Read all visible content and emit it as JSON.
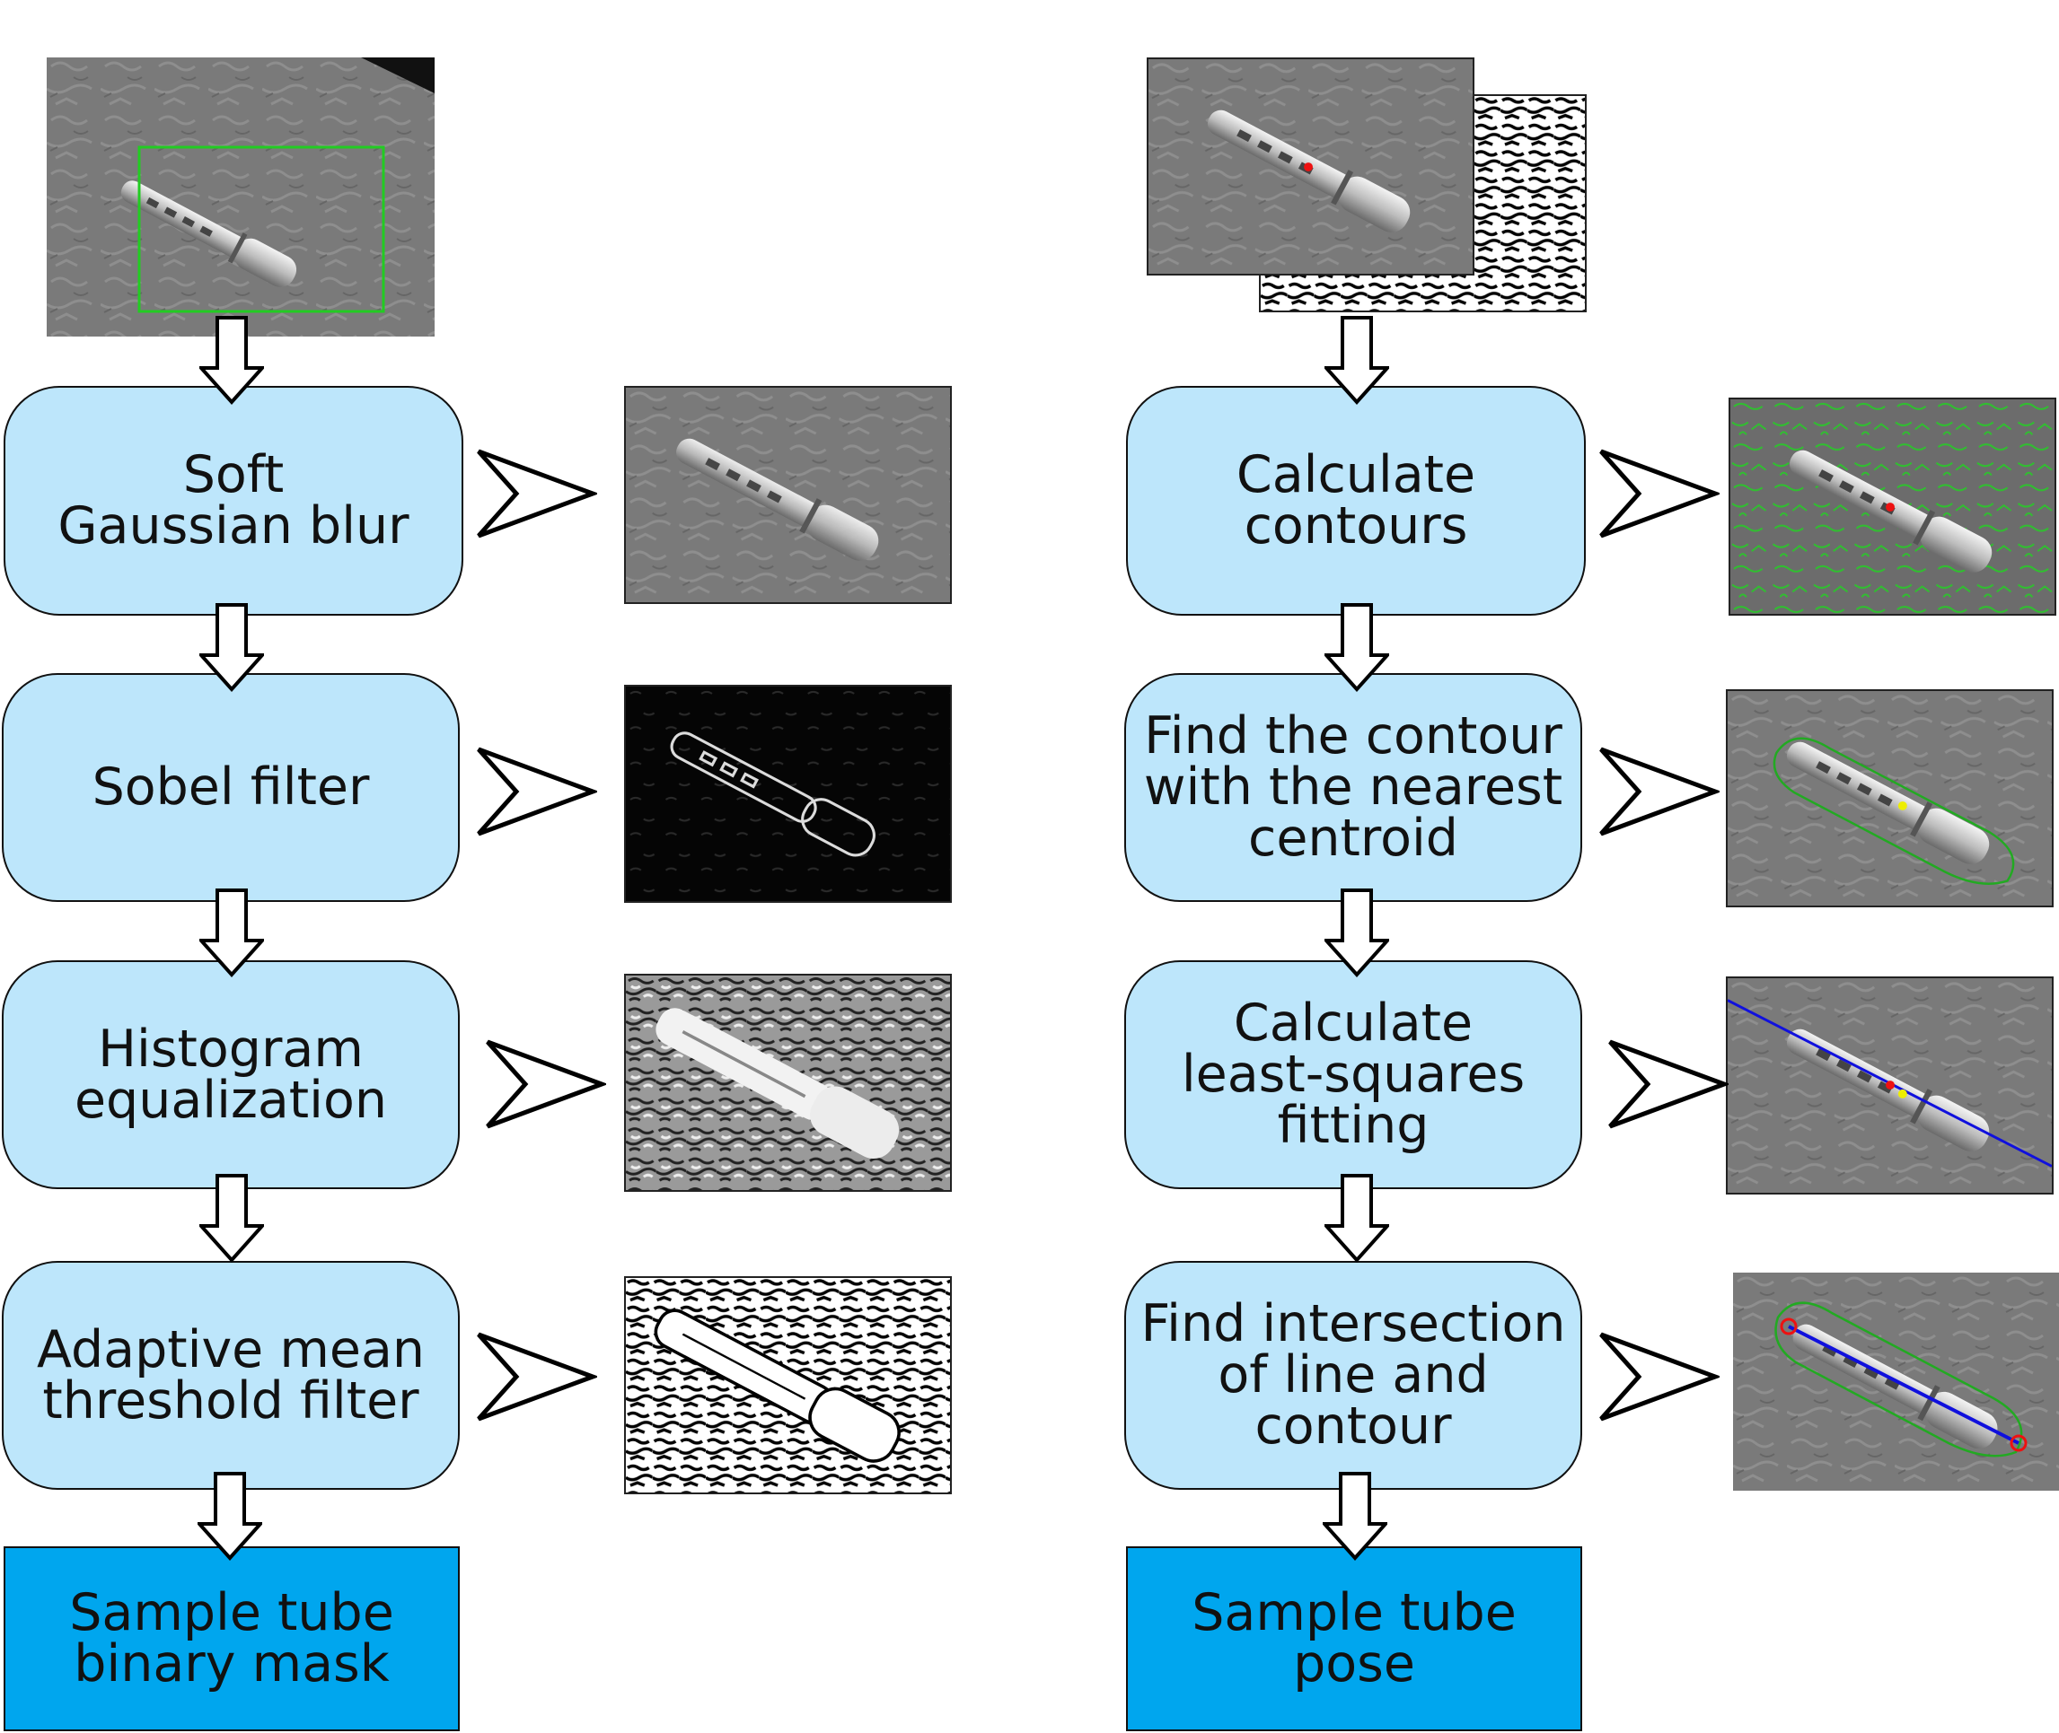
{
  "left_column": {
    "steps": [
      {
        "lines": [
          "Soft",
          "Gaussian blur"
        ]
      },
      {
        "lines": [
          "Sobel filter"
        ]
      },
      {
        "lines": [
          "Histogram",
          "equalization"
        ]
      },
      {
        "lines": [
          "Adaptive mean",
          "threshold filter"
        ]
      }
    ],
    "output": {
      "lines": [
        "Sample tube",
        "binary mask"
      ]
    }
  },
  "right_column": {
    "steps": [
      {
        "lines": [
          "Calculate",
          "contours"
        ]
      },
      {
        "lines": [
          "Find the contour",
          "with the nearest",
          "centroid"
        ]
      },
      {
        "lines": [
          "Calculate",
          "least-squares",
          "fitting"
        ]
      },
      {
        "lines": [
          "Find intersection",
          "of line and",
          "contour"
        ]
      }
    ],
    "output": {
      "lines": [
        "Sample tube",
        "pose"
      ]
    }
  },
  "colors": {
    "step_fill": "#bde6fb",
    "output_fill": "#00a6ee",
    "roi_box": "#22cc22",
    "contour": "#22aa22",
    "fit_line": "#1010dd",
    "centroid": "#ee1111",
    "nearest_centroid": "#eeee00"
  }
}
